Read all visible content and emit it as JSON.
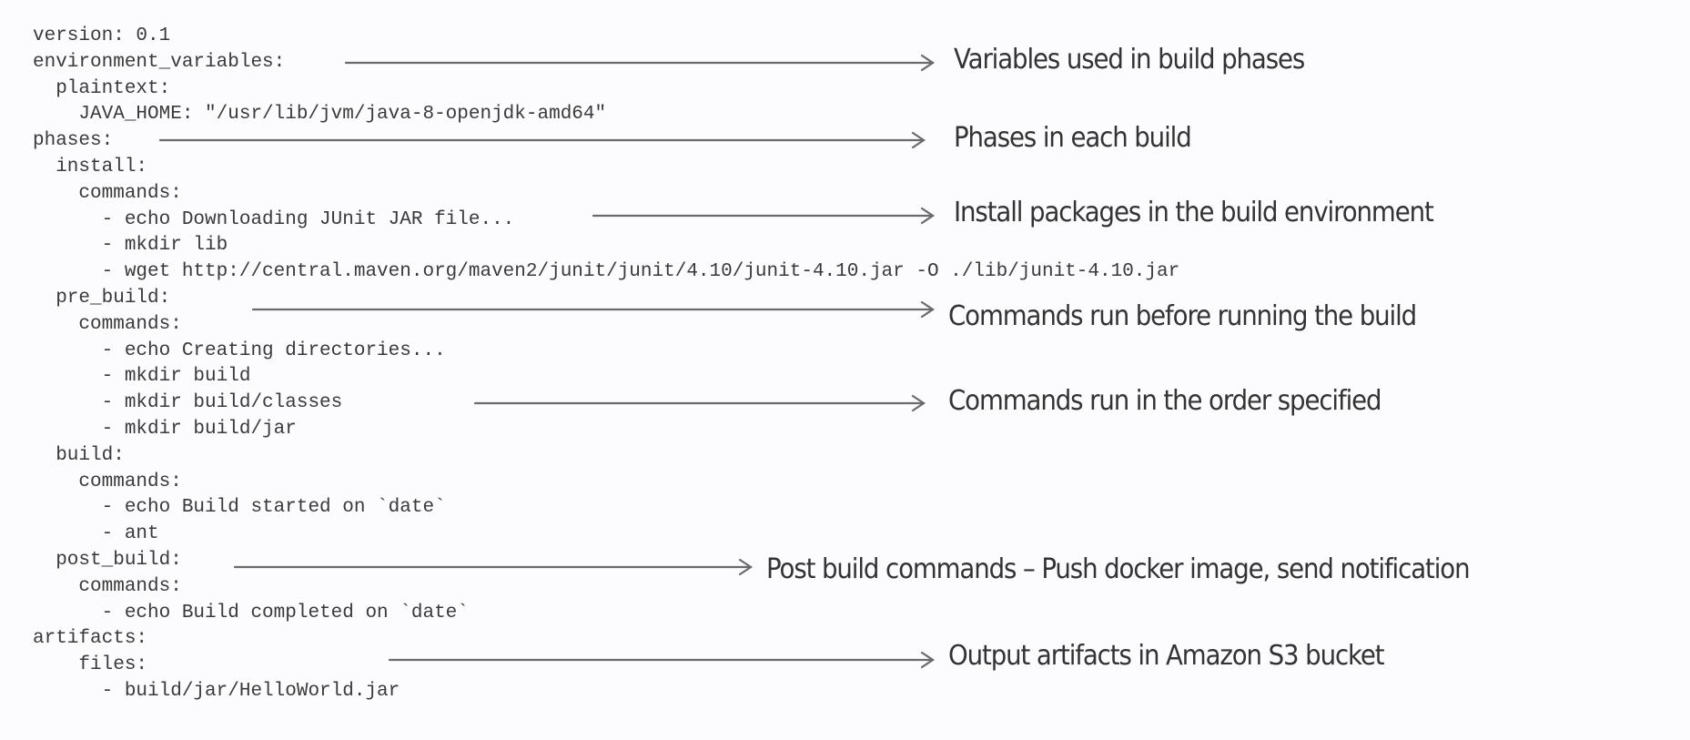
{
  "code_lines": [
    "version: 0.1",
    "environment_variables:",
    "  plaintext:",
    "    JAVA_HOME: \"/usr/lib/jvm/java-8-openjdk-amd64\"",
    "phases:",
    "  install:",
    "    commands:",
    "      - echo Downloading JUnit JAR file...",
    "      - mkdir lib",
    "      - wget http://central.maven.org/maven2/junit/junit/4.10/junit-4.10.jar -O ./lib/junit-4.10.jar",
    "  pre_build:",
    "    commands:",
    "      - echo Creating directories...",
    "      - mkdir build",
    "      - mkdir build/classes",
    "      - mkdir build/jar",
    "  build:",
    "    commands:",
    "      - echo Build started on `date`",
    "      - ant",
    "  post_build:",
    "    commands:",
    "      - echo Build completed on `date`",
    "artifacts:",
    "    files:",
    "      - build/jar/HelloWorld.jar"
  ],
  "annotations": [
    {
      "id": "env-vars",
      "text": "Variables used in build phases"
    },
    {
      "id": "phases",
      "text": "Phases in each build"
    },
    {
      "id": "install",
      "text": "Install packages in the build environment"
    },
    {
      "id": "pre-build",
      "text": "Commands run before running the build"
    },
    {
      "id": "order",
      "text": "Commands run in the order specified"
    },
    {
      "id": "post-build",
      "text": "Post build commands – Push docker image, send notification"
    },
    {
      "id": "artifacts",
      "text": "Output artifacts in Amazon S3 bucket"
    }
  ],
  "colors": {
    "background": "#fcfbfd",
    "text": "#3a3a3a",
    "arrow": "#6a6a6a"
  }
}
